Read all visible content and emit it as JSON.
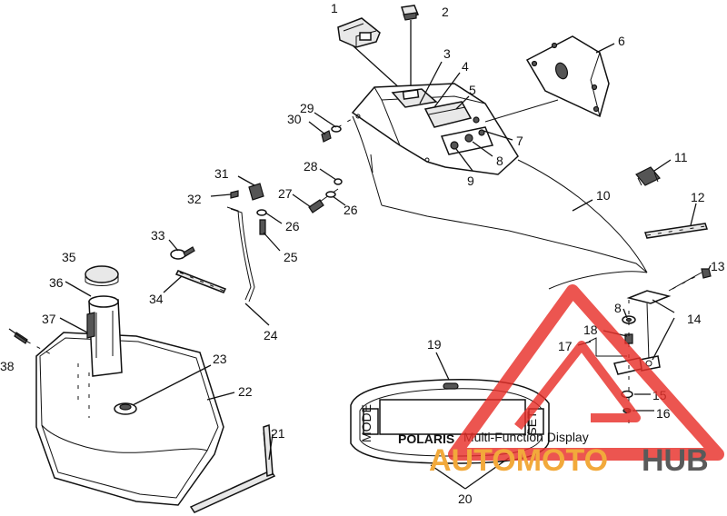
{
  "diagram": {
    "callouts": [
      {
        "id": "c1",
        "text": "1"
      },
      {
        "id": "c2",
        "text": "2"
      },
      {
        "id": "c3",
        "text": "3"
      },
      {
        "id": "c4",
        "text": "4"
      },
      {
        "id": "c5",
        "text": "5"
      },
      {
        "id": "c6",
        "text": "6"
      },
      {
        "id": "c7",
        "text": "7"
      },
      {
        "id": "c8a",
        "text": "8"
      },
      {
        "id": "c8b",
        "text": "8"
      },
      {
        "id": "c9",
        "text": "9"
      },
      {
        "id": "c10",
        "text": "10"
      },
      {
        "id": "c11",
        "text": "11"
      },
      {
        "id": "c12",
        "text": "12"
      },
      {
        "id": "c13",
        "text": "13"
      },
      {
        "id": "c14",
        "text": "14"
      },
      {
        "id": "c15",
        "text": "15"
      },
      {
        "id": "c16",
        "text": "16"
      },
      {
        "id": "c17",
        "text": "17"
      },
      {
        "id": "c18",
        "text": "18"
      },
      {
        "id": "c19",
        "text": "19"
      },
      {
        "id": "c20",
        "text": "20"
      },
      {
        "id": "c21",
        "text": "21"
      },
      {
        "id": "c22",
        "text": "22"
      },
      {
        "id": "c23",
        "text": "23"
      },
      {
        "id": "c24",
        "text": "24"
      },
      {
        "id": "c25",
        "text": "25"
      },
      {
        "id": "c26a",
        "text": "26"
      },
      {
        "id": "c26b",
        "text": "26"
      },
      {
        "id": "c27",
        "text": "27"
      },
      {
        "id": "c28",
        "text": "28"
      },
      {
        "id": "c29",
        "text": "29"
      },
      {
        "id": "c30",
        "text": "30"
      },
      {
        "id": "c31",
        "text": "31"
      },
      {
        "id": "c32",
        "text": "32"
      },
      {
        "id": "c33",
        "text": "33"
      },
      {
        "id": "c34",
        "text": "34"
      },
      {
        "id": "c35",
        "text": "35"
      },
      {
        "id": "c36",
        "text": "36"
      },
      {
        "id": "c37",
        "text": "37"
      },
      {
        "id": "c38",
        "text": "38"
      }
    ],
    "display_panel": {
      "brand": "POLARIS",
      "subtitle": "Multi-Function Display",
      "left_button": "MODE",
      "right_button": "SET"
    }
  },
  "watermark": {
    "part1": "AUTOMOTO",
    "part2": "HUB",
    "color_red": "#e8302a",
    "color_orange": "#f2a93b",
    "color_gray": "#5a5a5a"
  }
}
